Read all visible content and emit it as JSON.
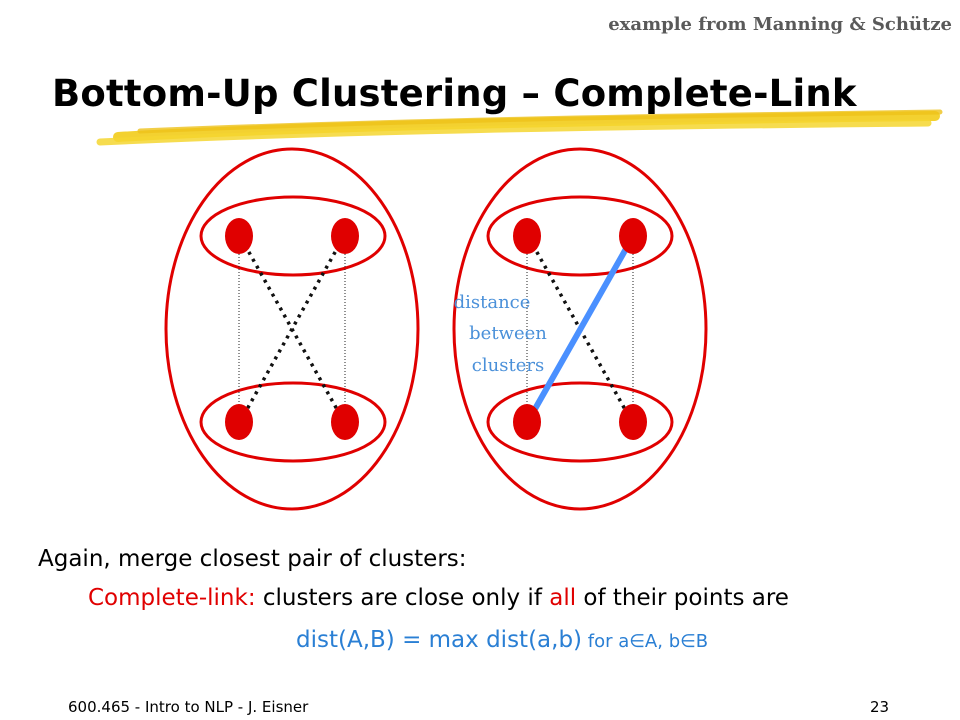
{
  "header": {
    "credit": "example from Manning & Schütze",
    "title": "Bottom-Up Clustering – Complete-Link"
  },
  "diagram": {
    "annotation": [
      "distance",
      "between",
      "clusters"
    ],
    "colors": {
      "cluster_red": "#e00000",
      "distance_blue": "#4a90d9",
      "highlight_yellow": "#f2cc1a"
    }
  },
  "body": {
    "line1": "Again, merge closest pair of clusters:",
    "line2_label": "Complete-link:",
    "line2_pre": " clusters are close only if ",
    "line2_emph": "all",
    "line2_post": " of their points are",
    "formula": "dist(A,B) = max dist(a,b)",
    "formula_cond": " for a∈A, b∈B"
  },
  "footer": {
    "left": "600.465 - Intro to NLP - J. Eisner",
    "page": "23"
  }
}
